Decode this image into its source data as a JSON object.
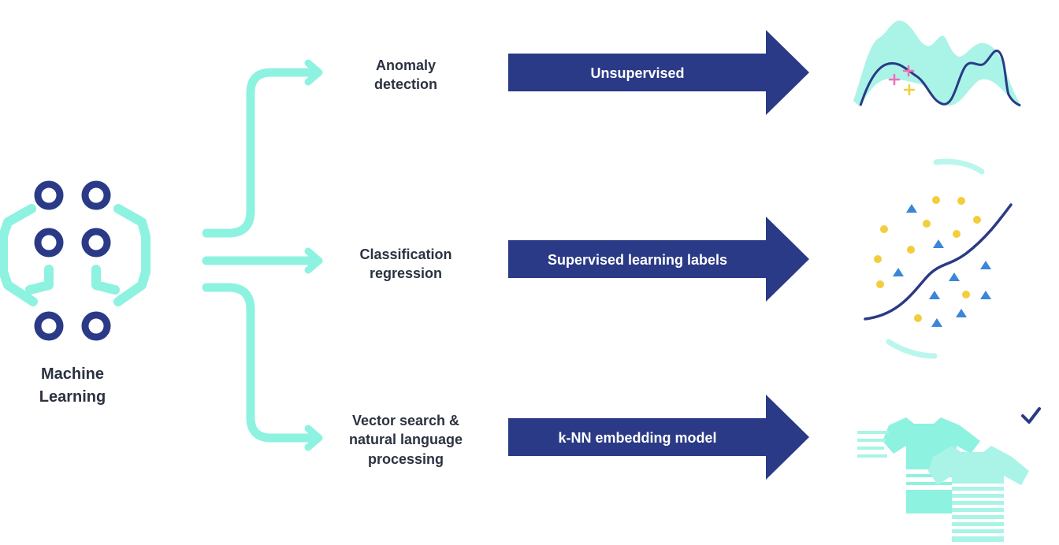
{
  "colors": {
    "navy": "#2a3a86",
    "mint": "#8ef2e0",
    "mint_light": "#a9f4e6",
    "text": "#2b3240",
    "pink": "#f06fb8",
    "yellow": "#f2cd3c",
    "blue": "#3a86d8"
  },
  "source": {
    "icon": "neural-network-icon",
    "label_line1": "Machine",
    "label_line2": "Learning"
  },
  "branches": [
    {
      "task_line1": "Anomaly",
      "task_line2": "detection",
      "arrow_label": "Unsupervised",
      "icon": "anomaly-curve-icon"
    },
    {
      "task_line1": "Classification",
      "task_line2": "regression",
      "arrow_label": "Supervised learning labels",
      "icon": "classification-scatter-icon"
    },
    {
      "task_line1": "Vector search &",
      "task_line2": "natural language",
      "task_line3": "processing",
      "arrow_label": "k-NN embedding model",
      "icon": "shirts-match-icon"
    }
  ]
}
